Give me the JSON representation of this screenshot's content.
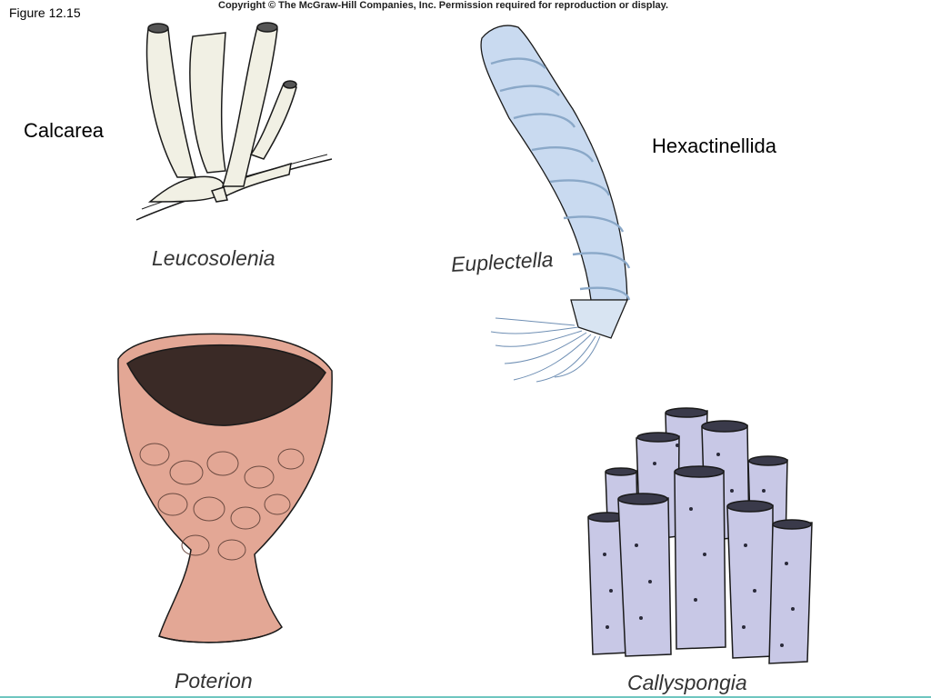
{
  "figure": {
    "label": "Figure 12.15"
  },
  "copyright": "Copyright © The McGraw-Hill Companies, Inc. Permission required for reproduction or display.",
  "groups": {
    "calcarea": "Calcarea",
    "hexactinellida": "Hexactinellida"
  },
  "species": {
    "leucosolenia": "Leucosolenia",
    "euplectella": "Euplectella",
    "poterion": "Poterion",
    "callyspongia": "Callyspongia"
  },
  "colors": {
    "leucosolenia": "#f1f0e4",
    "euplectella": "#c9daf0",
    "poterion": "#e3a795",
    "callyspongia": "#c8c8e6",
    "outline": "#1a1a1a"
  }
}
